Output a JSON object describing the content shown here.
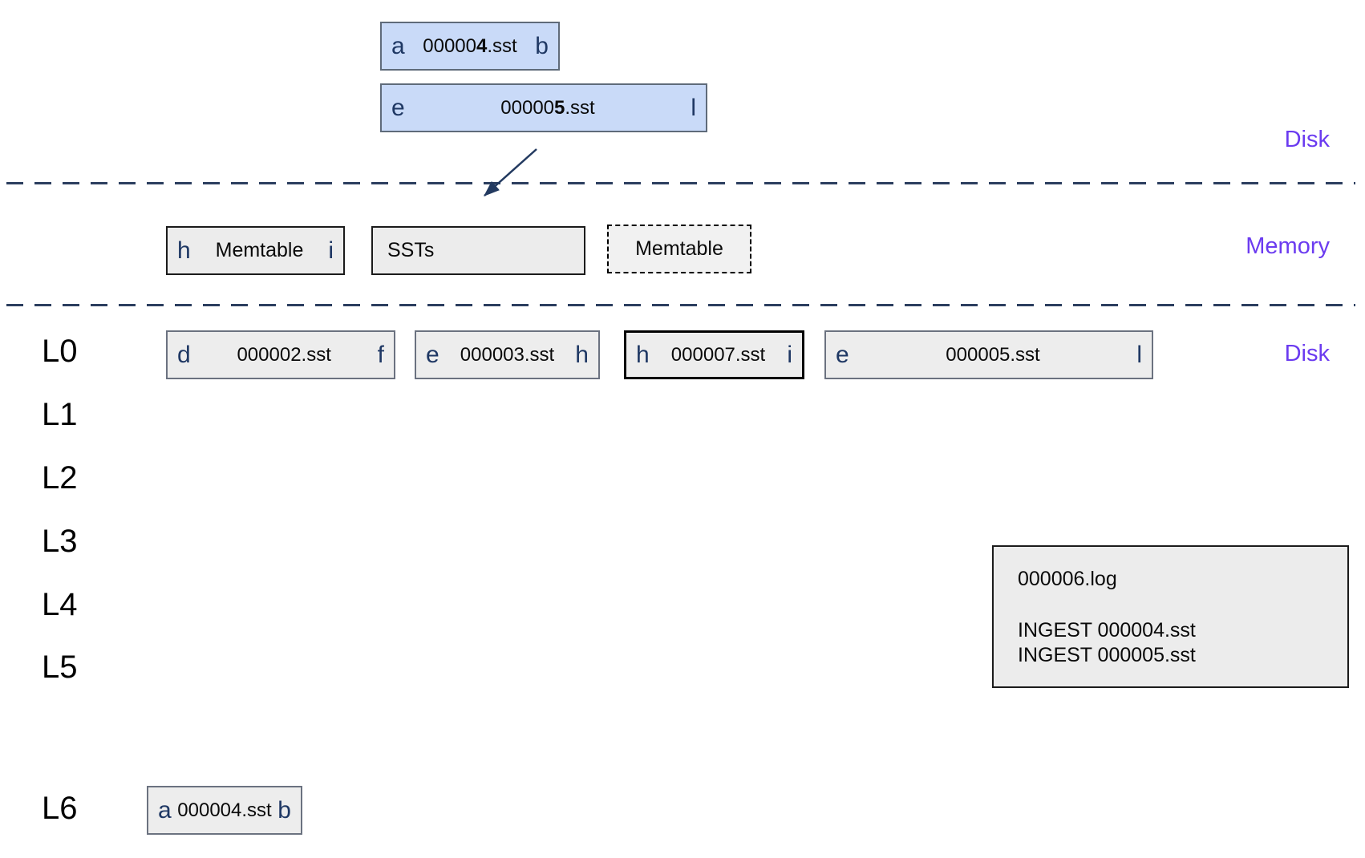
{
  "labels": {
    "disk_top": "Disk",
    "memory": "Memory",
    "disk_bottom": "Disk"
  },
  "colors": {
    "accent_purple": "#6b3bf0",
    "navy_key": "#1f3864",
    "dash_line": "#2c3e5f",
    "ingest_box_fill": "#c9daf8",
    "sst_box_fill": "#ededed"
  },
  "ingest_boxes": [
    {
      "left": "a",
      "prefix": "00000",
      "bold": "4",
      "suffix": ".sst",
      "right": "b"
    },
    {
      "left": "e",
      "prefix": "00000",
      "bold": "5",
      "suffix": ".sst",
      "right": "l"
    }
  ],
  "memory_row": {
    "memtable_flushing": {
      "left": "h",
      "label": "Memtable",
      "right": "i"
    },
    "ssts": {
      "label": "SSTs"
    },
    "memtable_active": {
      "label": "Memtable"
    }
  },
  "levels": [
    {
      "label": "L0"
    },
    {
      "label": "L1"
    },
    {
      "label": "L2"
    },
    {
      "label": "L3"
    },
    {
      "label": "L4"
    },
    {
      "label": "L5"
    },
    {
      "label": "L6"
    }
  ],
  "l0_boxes": [
    {
      "left": "d",
      "file": "000002.sst",
      "right": "f"
    },
    {
      "left": "e",
      "file": "000003.sst",
      "right": "h"
    },
    {
      "left": "h",
      "file": "000007.sst",
      "right": "i"
    },
    {
      "left": "e",
      "file": "000005.sst",
      "right": "l"
    }
  ],
  "l6_box": {
    "left": "a",
    "file": "000004.sst",
    "right": "b"
  },
  "log_box": {
    "title": "000006.log",
    "lines": [
      "INGEST 000004.sst",
      "INGEST 000005.sst"
    ]
  }
}
